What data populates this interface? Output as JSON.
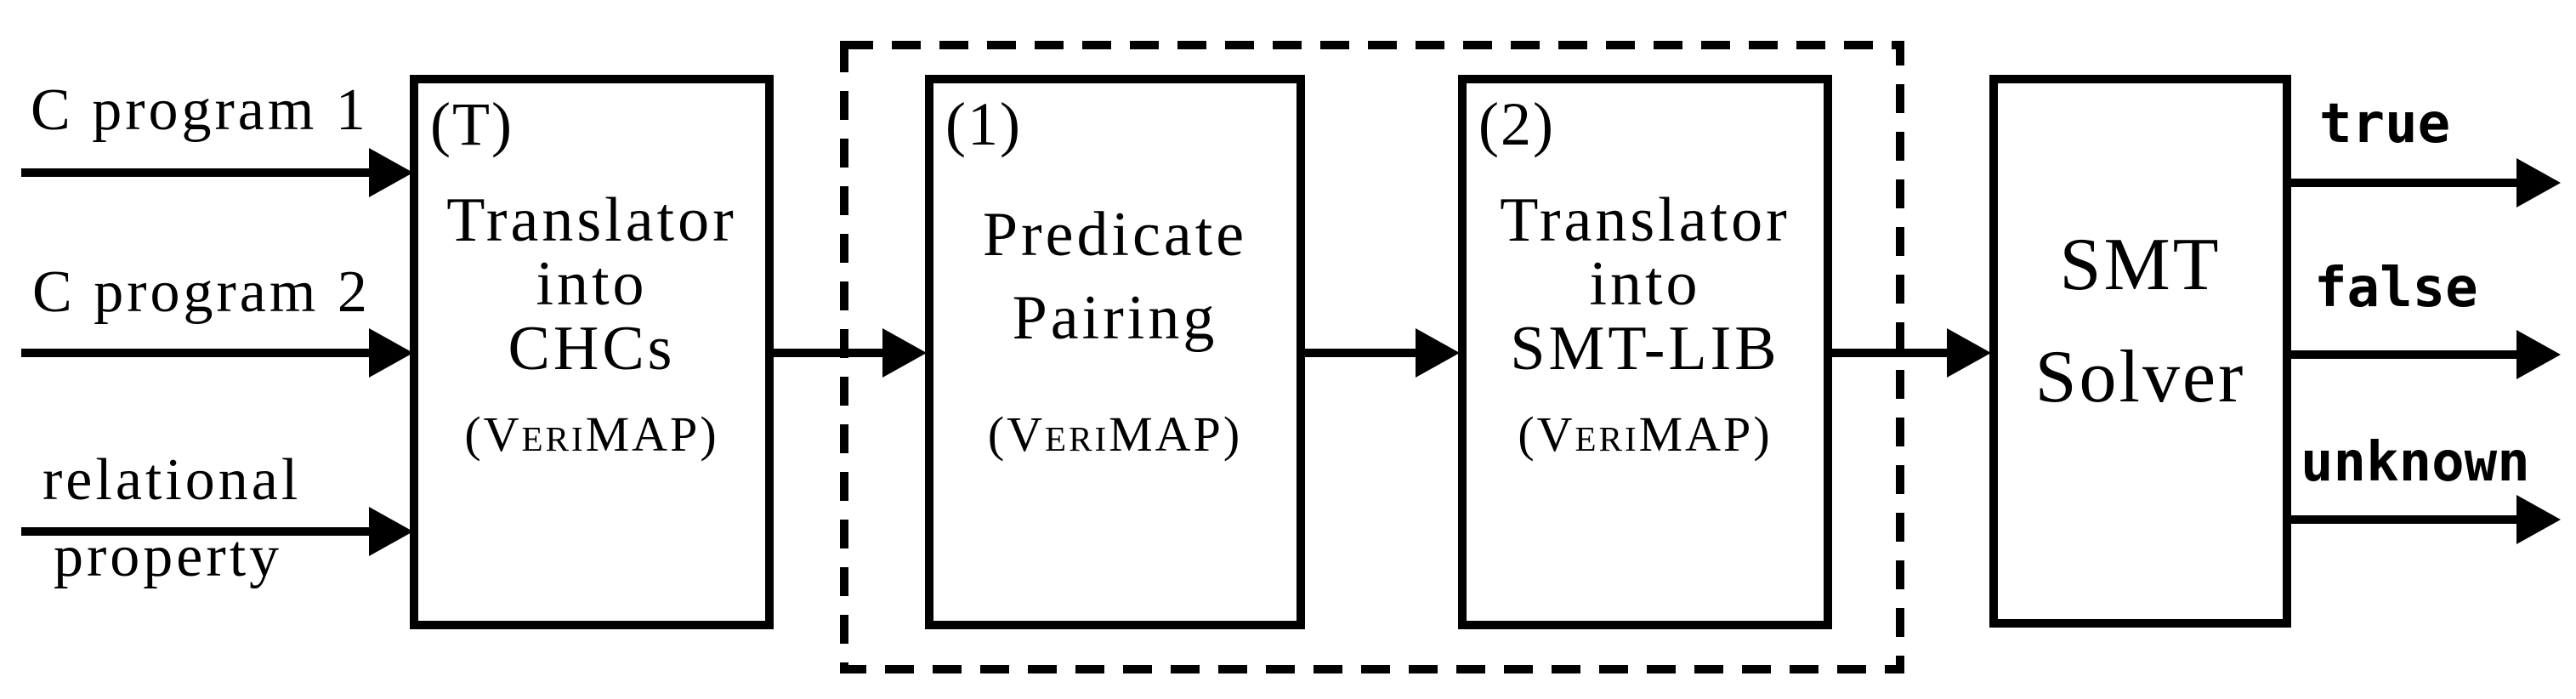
{
  "colors": {
    "ink": "#000000",
    "background": "#ffffff"
  },
  "inputs": [
    {
      "id": "c-program-1",
      "label": "C program 1"
    },
    {
      "id": "c-program-2",
      "label": "C program 2"
    },
    {
      "id": "relational-property",
      "line1": "relational",
      "line2": "property"
    }
  ],
  "pipeline": {
    "translator_chcs": {
      "tag": "(T)",
      "lines": [
        "Translator",
        "into",
        "CHCs"
      ],
      "tool": "(VeriMAP)"
    },
    "predicate_pairing": {
      "tag": "(1)",
      "lines": [
        "Predicate",
        "Pairing"
      ],
      "tool": "(VeriMAP)"
    },
    "translator_smtlib": {
      "tag": "(2)",
      "lines": [
        "Translator",
        "into",
        "SMT-LIB"
      ],
      "tool": "(VeriMAP)"
    },
    "smt_solver": {
      "lines": [
        "SMT",
        "Solver"
      ]
    }
  },
  "outputs": [
    {
      "id": "true",
      "label": "true"
    },
    {
      "id": "false",
      "label": "false"
    },
    {
      "id": "unknown",
      "label": "unknown"
    }
  ]
}
